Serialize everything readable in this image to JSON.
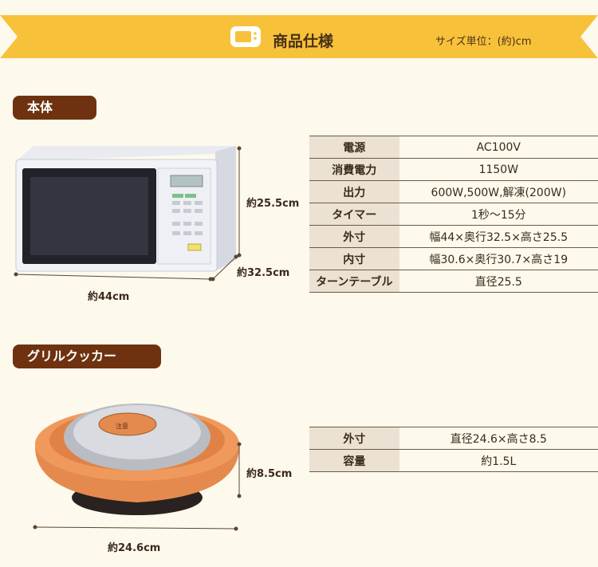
{
  "header": {
    "title": "商品仕様",
    "unit_note": "サイズ単位：(約)cm"
  },
  "microwave": {
    "section_label": "本体",
    "dims": {
      "height": "約25.5cm",
      "depth": "約32.5cm",
      "width": "約44cm"
    },
    "specs": [
      {
        "key": "電源",
        "value": "AC100V"
      },
      {
        "key": "消費電力",
        "value": "1150W"
      },
      {
        "key": "出力",
        "value": "600W,500W,解凍(200W)"
      },
      {
        "key": "タイマー",
        "value": "1秒〜15分"
      },
      {
        "key": "外寸",
        "value": "幅44×奥行32.5×高さ25.5"
      },
      {
        "key": "内寸",
        "value": "幅30.6×奥行30.7×高さ19"
      },
      {
        "key": "ターンテーブル",
        "value": "直径25.5"
      }
    ]
  },
  "grill": {
    "section_label": "グリルクッカー",
    "dims": {
      "height": "約8.5cm",
      "width": "約24.6cm"
    },
    "specs": [
      {
        "key": "外寸",
        "value": "直径24.6×高さ8.5"
      },
      {
        "key": "容量",
        "value": "約1.5L"
      }
    ],
    "cover_label": "注意"
  },
  "colors": {
    "banner": "#f7c23a",
    "label_bg": "#6e3210",
    "table_key_bg": "#ebe2d3",
    "orange": "#e58a4e"
  }
}
